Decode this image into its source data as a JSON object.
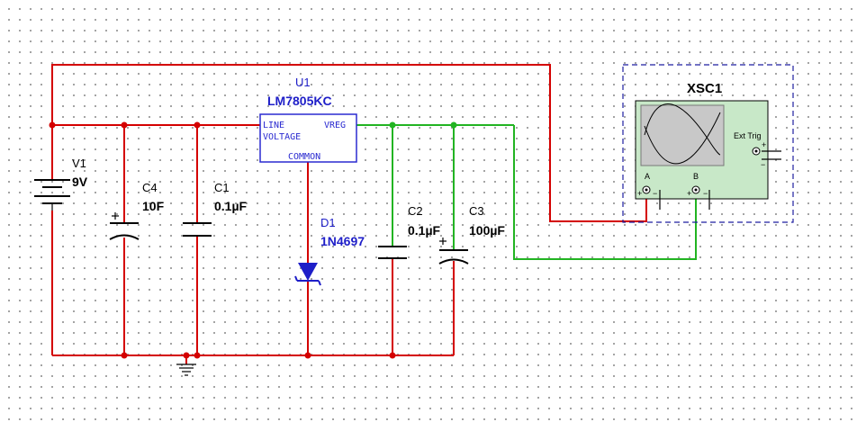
{
  "components": {
    "battery": {
      "ref": "V1",
      "value": "9V"
    },
    "cap_c4": {
      "ref": "C4",
      "value": "10F"
    },
    "cap_c1": {
      "ref": "C1",
      "value": "0.1µF"
    },
    "regulator": {
      "ref": "U1",
      "part": "LM7805KC",
      "pin_line_voltage": "LINE\nVOLTAGE",
      "pin_vreg": "VREG",
      "pin_common": "COMMON"
    },
    "zener": {
      "ref": "D1",
      "part": "1N4697"
    },
    "cap_c2": {
      "ref": "C2",
      "value": "0.1µF"
    },
    "cap_c3": {
      "ref": "C3",
      "value": "100µF"
    },
    "oscilloscope": {
      "ref": "XSC1",
      "channel_a": "A",
      "channel_b": "B",
      "ext_trig": "Ext Trig"
    }
  },
  "colors": {
    "wire_input": "#d40000",
    "wire_output": "#22b422",
    "component_label": "#1e1ec8",
    "scope_body": "#c8e8c8",
    "scope_screen": "#c8c8c8"
  }
}
